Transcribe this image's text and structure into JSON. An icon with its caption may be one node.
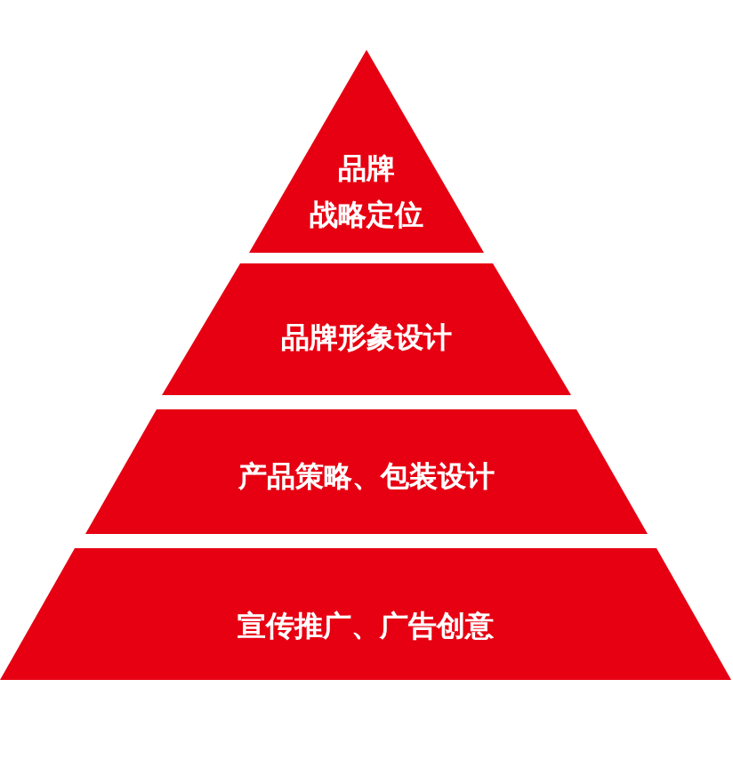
{
  "diagram": {
    "nodes": [
      {
        "text": [
          "品牌",
          "战略定位"
        ]
      },
      {
        "text": [
          "品牌形象设计"
        ]
      },
      {
        "text": [
          "产品策略、包装设计"
        ]
      },
      {
        "text": [
          "宣传推广、广告创意"
        ]
      }
    ]
  }
}
